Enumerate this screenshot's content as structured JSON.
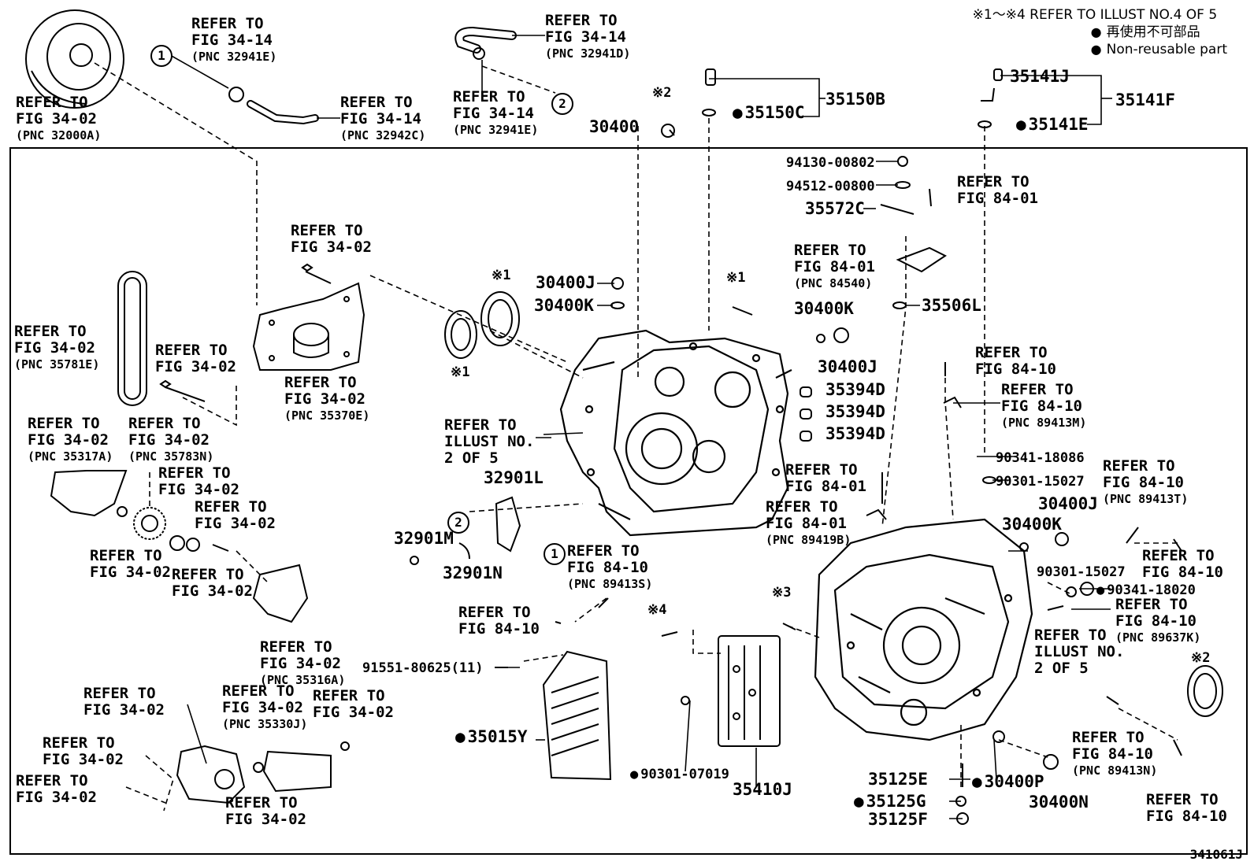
{
  "header_note": {
    "ref": "※1～※4 REFER TO ILLUST NO.4 OF 5",
    "jp": "再使用不可部品",
    "en": "Non-reusable part"
  },
  "figure_id": "341061J",
  "refs": [
    {
      "id": "r1",
      "lines": [
        "REFER TO",
        "FIG 34-02"
      ],
      "pnc": "(PNC 32000A)"
    },
    {
      "id": "r2",
      "lines": [
        "REFER TO",
        "FIG 34-14"
      ],
      "pnc": "(PNC 32941E)"
    },
    {
      "id": "r3",
      "lines": [
        "REFER TO",
        "FIG 34-14"
      ],
      "pnc": "(PNC 32942C)"
    },
    {
      "id": "r4",
      "lines": [
        "REFER TO",
        "FIG 34-14"
      ],
      "pnc": "(PNC 32941D)"
    },
    {
      "id": "r5",
      "lines": [
        "REFER TO",
        "FIG 34-14"
      ],
      "pnc": "(PNC 32941E)"
    },
    {
      "id": "r6",
      "lines": [
        "REFER TO",
        "FIG 34-02"
      ],
      "pnc": ""
    },
    {
      "id": "r7",
      "lines": [
        "REFER TO",
        "FIG 34-02"
      ],
      "pnc": "(PNC 35781E)"
    },
    {
      "id": "r8",
      "lines": [
        "REFER TO",
        "FIG 34-02"
      ],
      "pnc": ""
    },
    {
      "id": "r9",
      "lines": [
        "REFER TO",
        "FIG 34-02"
      ],
      "pnc": "(PNC 35370E)"
    },
    {
      "id": "r10",
      "lines": [
        "REFER TO",
        "FIG 34-02"
      ],
      "pnc": "(PNC 35317A)"
    },
    {
      "id": "r11",
      "lines": [
        "REFER TO",
        "FIG 34-02"
      ],
      "pnc": "(PNC 35783N)"
    },
    {
      "id": "r12",
      "lines": [
        "REFER TO",
        "FIG 34-02"
      ],
      "pnc": ""
    },
    {
      "id": "r13",
      "lines": [
        "REFER TO",
        "FIG 34-02"
      ],
      "pnc": ""
    },
    {
      "id": "r14",
      "lines": [
        "REFER TO",
        "FIG 34-02"
      ],
      "pnc": ""
    },
    {
      "id": "r15",
      "lines": [
        "REFER TO",
        "FIG 34-02"
      ],
      "pnc": ""
    },
    {
      "id": "r16",
      "lines": [
        "REFER TO",
        "FIG 34-02"
      ],
      "pnc": "(PNC 35316A)"
    },
    {
      "id": "r17",
      "lines": [
        "REFER TO",
        "FIG 34-02"
      ],
      "pnc": ""
    },
    {
      "id": "r18",
      "lines": [
        "REFER TO",
        "FIG 34-02"
      ],
      "pnc": "(PNC 35330J)"
    },
    {
      "id": "r19",
      "lines": [
        "REFER TO",
        "FIG 34-02"
      ],
      "pnc": ""
    },
    {
      "id": "r20",
      "lines": [
        "REFER TO",
        "FIG 34-02"
      ],
      "pnc": ""
    },
    {
      "id": "r21",
      "lines": [
        "REFER TO",
        "FIG 34-02"
      ],
      "pnc": ""
    },
    {
      "id": "r22",
      "lines": [
        "REFER TO",
        "FIG 34-02"
      ],
      "pnc": ""
    },
    {
      "id": "r23",
      "lines": [
        "REFER TO",
        "ILLUST NO.",
        "2 OF 5"
      ],
      "pnc": ""
    },
    {
      "id": "r24",
      "lines": [
        "REFER TO",
        "FIG 84-10"
      ],
      "pnc": "(PNC 89413S)"
    },
    {
      "id": "r25",
      "lines": [
        "REFER TO",
        "FIG 84-10"
      ],
      "pnc": ""
    },
    {
      "id": "r26",
      "lines": [
        "REFER TO",
        "FIG 84-01"
      ],
      "pnc": ""
    },
    {
      "id": "r27",
      "lines": [
        "REFER TO",
        "FIG 84-01"
      ],
      "pnc": "(PNC 84540)"
    },
    {
      "id": "r28",
      "lines": [
        "REFER TO",
        "FIG 84-10"
      ],
      "pnc": ""
    },
    {
      "id": "r29",
      "lines": [
        "REFER TO",
        "FIG 84-10"
      ],
      "pnc": "(PNC 89413M)"
    },
    {
      "id": "r30",
      "lines": [
        "REFER TO",
        "FIG 84-01"
      ],
      "pnc": ""
    },
    {
      "id": "r31",
      "lines": [
        "REFER TO",
        "FIG 84-01"
      ],
      "pnc": "(PNC 89419B)"
    },
    {
      "id": "r32",
      "lines": [
        "REFER TO",
        "FIG 84-10"
      ],
      "pnc": "(PNC 89413T)"
    },
    {
      "id": "r33",
      "lines": [
        "REFER TO",
        "FIG 84-10"
      ],
      "pnc": ""
    },
    {
      "id": "r34",
      "lines": [
        "REFER TO",
        "FIG 84-10"
      ],
      "pnc": "(PNC 89637K)"
    },
    {
      "id": "r35",
      "lines": [
        "REFER TO",
        "ILLUST NO.",
        "2 OF 5"
      ],
      "pnc": ""
    },
    {
      "id": "r36",
      "lines": [
        "REFER TO",
        "FIG 84-10"
      ],
      "pnc": "(PNC 89413N)"
    },
    {
      "id": "r37",
      "lines": [
        "REFER TO",
        "FIG 84-10"
      ],
      "pnc": ""
    }
  ],
  "parts": [
    {
      "id": "p1",
      "text": "30400",
      "dot": false
    },
    {
      "id": "p2",
      "text": "35150B",
      "dot": false
    },
    {
      "id": "p3",
      "text": "35150C",
      "dot": true
    },
    {
      "id": "p4",
      "text": "35141J",
      "dot": false
    },
    {
      "id": "p5",
      "text": "35141F",
      "dot": false
    },
    {
      "id": "p6",
      "text": "35141E",
      "dot": true
    },
    {
      "id": "p7",
      "text": "94130-00802",
      "dot": false
    },
    {
      "id": "p8",
      "text": "94512-00800",
      "dot": false
    },
    {
      "id": "p9",
      "text": "35572C",
      "dot": false
    },
    {
      "id": "p10",
      "text": "30400J",
      "dot": false
    },
    {
      "id": "p11",
      "text": "30400K",
      "dot": false
    },
    {
      "id": "p12",
      "text": "30400K",
      "dot": false
    },
    {
      "id": "p13",
      "text": "30400J",
      "dot": false
    },
    {
      "id": "p14",
      "text": "35506L",
      "dot": false
    },
    {
      "id": "p15",
      "text": "35394D",
      "dot": false
    },
    {
      "id": "p16",
      "text": "35394D",
      "dot": false
    },
    {
      "id": "p17",
      "text": "35394D",
      "dot": false
    },
    {
      "id": "p18",
      "text": "32901L",
      "dot": false
    },
    {
      "id": "p19",
      "text": "32901M",
      "dot": false
    },
    {
      "id": "p20",
      "text": "32901N",
      "dot": false
    },
    {
      "id": "p21",
      "text": "90341-18086",
      "dot": false
    },
    {
      "id": "p22",
      "text": "90301-15027",
      "dot": false
    },
    {
      "id": "p23",
      "text": "30400J",
      "dot": false
    },
    {
      "id": "p24",
      "text": "30400K",
      "dot": false
    },
    {
      "id": "p25",
      "text": "90301-15027",
      "dot": false
    },
    {
      "id": "p26",
      "text": "90341-18020",
      "dot": true
    },
    {
      "id": "p27",
      "text": "91551-80625(11)",
      "dot": false
    },
    {
      "id": "p28",
      "text": "35015Y",
      "dot": true
    },
    {
      "id": "p29",
      "text": "90301-07019",
      "dot": true
    },
    {
      "id": "p30",
      "text": "35410J",
      "dot": false
    },
    {
      "id": "p31",
      "text": "35125E",
      "dot": false
    },
    {
      "id": "p32",
      "text": "30400P",
      "dot": true
    },
    {
      "id": "p33",
      "text": "35125G",
      "dot": true
    },
    {
      "id": "p34",
      "text": "35125F",
      "dot": false
    },
    {
      "id": "p35",
      "text": "30400N",
      "dot": false
    }
  ],
  "marks": {
    "m1": "※2",
    "m2": "※1",
    "m3": "※1",
    "m4": "※1",
    "m5": "※3",
    "m6": "※4",
    "m7": "※2"
  },
  "circles": {
    "c1": "1",
    "c2": "2",
    "c3": "2",
    "c4": "1"
  }
}
